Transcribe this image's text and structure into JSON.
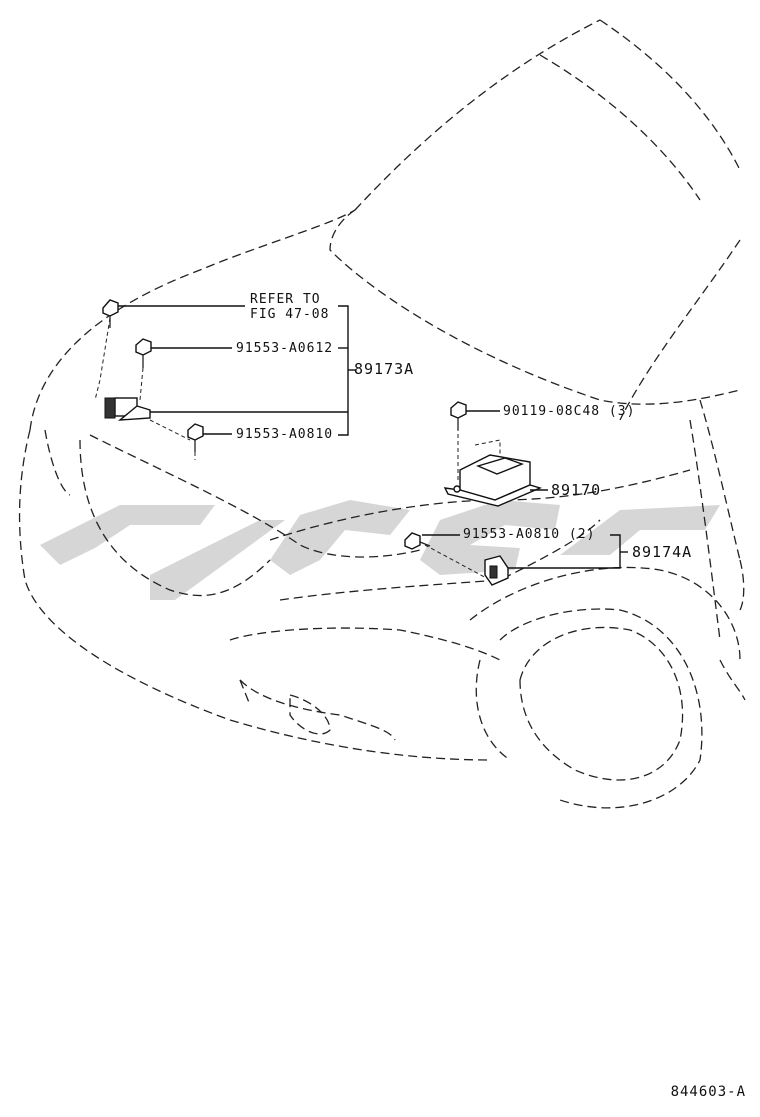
{
  "labels": {
    "refer": "REFER TO",
    "refer_fig": "FIG 47-08",
    "bolt_top": "91553-A0612",
    "sensor_left": "89173A",
    "bolt_left": "91553-A0810",
    "bolt_center": "90119-08C48 (3)",
    "center_module": "89170",
    "bolt_right": "91553-A0810 (2)",
    "sensor_right": "89174A"
  },
  "footer_code": "844603-A"
}
